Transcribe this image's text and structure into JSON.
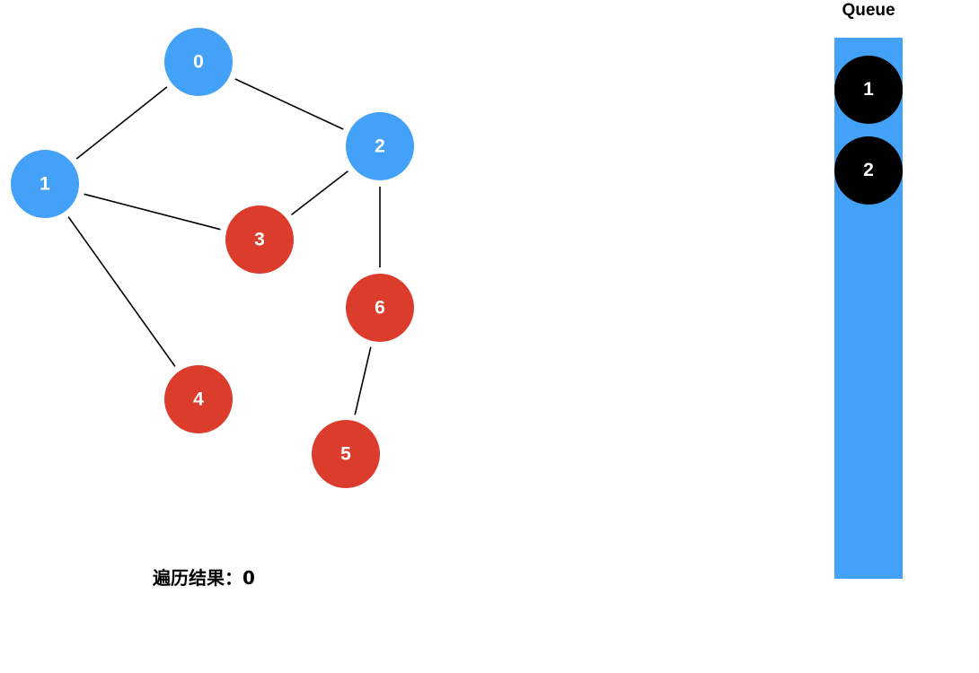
{
  "colors": {
    "visited": "#43a1f7",
    "unvisited": "#dc3c2c",
    "queue_bar": "#43a1f7",
    "queue_item": "#000000",
    "text_on_node": "#ffffff",
    "edge": "#000000"
  },
  "graph": {
    "nodes": [
      {
        "id": "0",
        "label": "0",
        "state": "visited"
      },
      {
        "id": "1",
        "label": "1",
        "state": "visited"
      },
      {
        "id": "2",
        "label": "2",
        "state": "visited"
      },
      {
        "id": "3",
        "label": "3",
        "state": "unvisited"
      },
      {
        "id": "4",
        "label": "4",
        "state": "unvisited"
      },
      {
        "id": "5",
        "label": "5",
        "state": "unvisited"
      },
      {
        "id": "6",
        "label": "6",
        "state": "unvisited"
      }
    ],
    "edges": [
      [
        "0",
        "1"
      ],
      [
        "0",
        "2"
      ],
      [
        "1",
        "3"
      ],
      [
        "1",
        "4"
      ],
      [
        "2",
        "3"
      ],
      [
        "2",
        "6"
      ],
      [
        "6",
        "5"
      ]
    ]
  },
  "queue": {
    "title": "Queue",
    "items": [
      "1",
      "2"
    ]
  },
  "result": {
    "label": "遍历结果：",
    "value": "0"
  }
}
